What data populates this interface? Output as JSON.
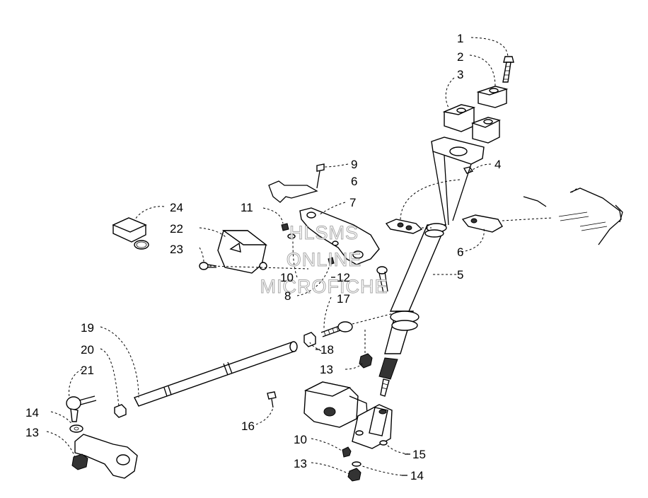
{
  "watermark": {
    "line1": "HLSMS",
    "line2": "ONLINE",
    "line3": "MICROFICHE"
  },
  "callouts": [
    {
      "id": "c1",
      "text": "1"
    },
    {
      "id": "c2",
      "text": "2"
    },
    {
      "id": "c3",
      "text": "3"
    },
    {
      "id": "c4",
      "text": "4"
    },
    {
      "id": "c5",
      "text": "5"
    },
    {
      "id": "c6a",
      "text": "6"
    },
    {
      "id": "c6b",
      "text": "6"
    },
    {
      "id": "c7",
      "text": "7"
    },
    {
      "id": "c8",
      "text": "8"
    },
    {
      "id": "c9",
      "text": "9"
    },
    {
      "id": "c10a",
      "text": "10"
    },
    {
      "id": "c10b",
      "text": "10"
    },
    {
      "id": "c11",
      "text": "11"
    },
    {
      "id": "c12",
      "text": "12"
    },
    {
      "id": "c13a",
      "text": "13"
    },
    {
      "id": "c13b",
      "text": "13"
    },
    {
      "id": "c13c",
      "text": "13"
    },
    {
      "id": "c14a",
      "text": "14"
    },
    {
      "id": "c14b",
      "text": "14"
    },
    {
      "id": "c15",
      "text": "15"
    },
    {
      "id": "c16",
      "text": "16"
    },
    {
      "id": "c17",
      "text": "17"
    },
    {
      "id": "c18",
      "text": "18"
    },
    {
      "id": "c19",
      "text": "19"
    },
    {
      "id": "c20",
      "text": "20"
    },
    {
      "id": "c21",
      "text": "21"
    },
    {
      "id": "c22",
      "text": "22"
    },
    {
      "id": "c23",
      "text": "23"
    },
    {
      "id": "c24",
      "text": "24"
    }
  ]
}
